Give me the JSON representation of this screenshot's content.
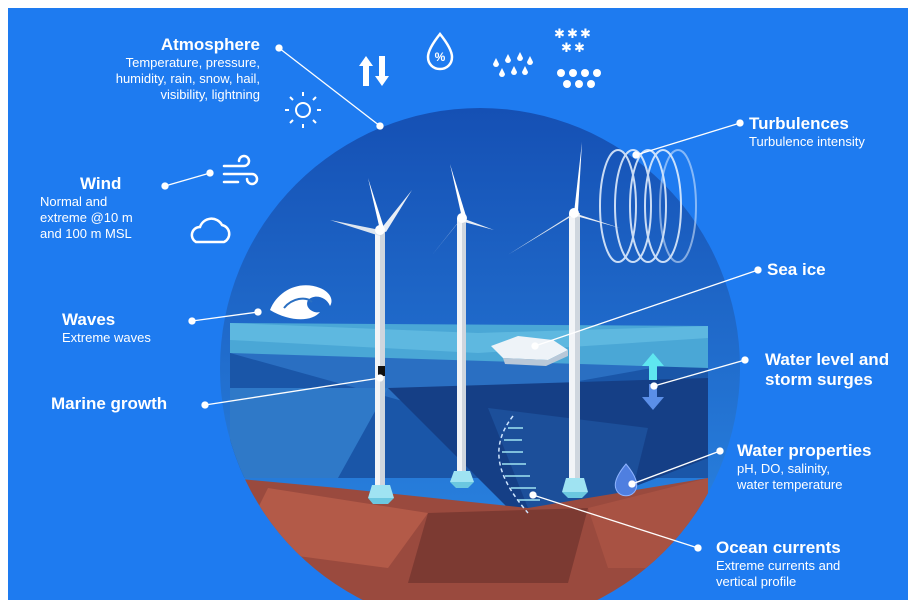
{
  "colors": {
    "background": "#1e7bf0",
    "sky_top": "#1753b8",
    "sky_bottom": "#2b89e6",
    "sea_surface": "#4aa7d6",
    "underwater": "#164c9b",
    "seabed": "#9a4a3e",
    "turbine": "#f2f4f7",
    "foundation": "#9fe3f2",
    "text": "#ffffff",
    "level_arrow_up": "#5fe7f0",
    "level_arrow_down": "#5b8fe8"
  },
  "labels": {
    "atmosphere": {
      "title": "Atmosphere",
      "desc": "Temperature, pressure,\nhumidity, rain, snow, hail,\nvisibility, lightning"
    },
    "wind": {
      "title": "Wind",
      "desc": "Normal and\nextreme @10 m\nand 100 m MSL"
    },
    "waves": {
      "title": "Waves",
      "desc": "Extreme waves"
    },
    "marine_growth": {
      "title": "Marine growth"
    },
    "turbulences": {
      "title": "Turbulences",
      "desc": "Turbulence intensity"
    },
    "sea_ice": {
      "title": "Sea ice"
    },
    "water_level": {
      "title": "Water level and\nstorm surges"
    },
    "water_properties": {
      "title": "Water properties",
      "desc": "pH, DO, salinity,\nwater temperature"
    },
    "ocean_currents": {
      "title": "Ocean currents",
      "desc": "Extreme currents and\nvertical profile"
    }
  },
  "icons": [
    "sun-icon",
    "pressure-arrows-icon",
    "humidity-drop-icon",
    "rain-icon",
    "snow-icon",
    "hail-icon",
    "wind-icon",
    "cloud-icon",
    "wave-icon",
    "water-drop-icon"
  ],
  "humidity_symbol": "%"
}
